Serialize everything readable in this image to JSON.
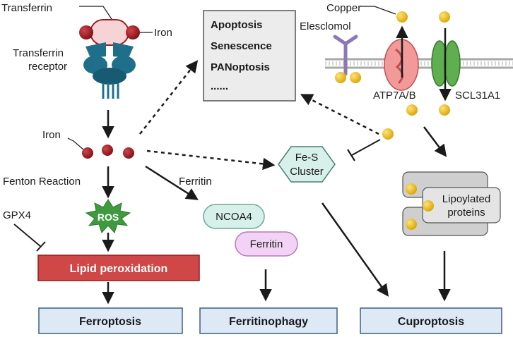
{
  "labels": {
    "transferrin": "Transferrin",
    "iron_top": "Iron",
    "transferrin_receptor_line1": "Transferrin",
    "transferrin_receptor_line2": "receptor",
    "iron_mid": "Iron",
    "fenton": "Fenton Reaction",
    "ferritin_arrow": "Ferritin",
    "gpx4": "GPX4",
    "ros": "ROS",
    "lipid_peroxidation": "Lipid peroxidation",
    "ferroptosis": "Ferroptosis",
    "ncoa4": "NCOA4",
    "ferritin_pill": "Ferritin",
    "ferritinophagy": "Ferritinophagy",
    "fes_line1": "Fe-S",
    "fes_line2": "Cluster",
    "cuproptosis": "Cuproptosis",
    "lipoylated_line1": "Lipoylated",
    "lipoylated_line2": "proteins",
    "copper": "Copper",
    "elesclomol": "Elesclomol",
    "atp7": "ATP7A/B",
    "scl31a1": "SCL31A1",
    "death_box": [
      "Apoptosis",
      "Senescence",
      "PANoptosis",
      "......"
    ]
  },
  "colors": {
    "outcome_fill": "#ddeaf6",
    "outcome_stroke": "#3b5f86",
    "lipid_fill": "#cf4747",
    "lipid_stroke": "#8c2020",
    "ros_fill": "#3f9a3f",
    "ncoa4_fill": "#d8f0ea",
    "ferritin_fill": "#f3d3f5",
    "iron_fill": "#9e1b22",
    "copper_fill": "#f0c21a",
    "gray_box_fill": "#ececec",
    "receptor_fill": "#1f6f8b",
    "membrane": "#b8b8b8"
  }
}
